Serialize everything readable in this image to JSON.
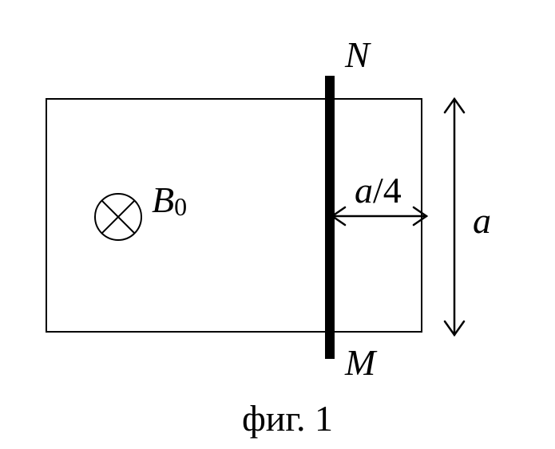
{
  "labels": {
    "top_end": "N",
    "bottom_end": "M",
    "field_symbol": "B",
    "field_subscript": "0",
    "gap_numerator": "a",
    "gap_slash": "/4",
    "side_length": "a",
    "caption": "фиг. 1"
  },
  "icons": {
    "field_direction": "cross-in-circle-icon"
  },
  "colors": {
    "stroke": "#000000",
    "background": "#ffffff"
  }
}
